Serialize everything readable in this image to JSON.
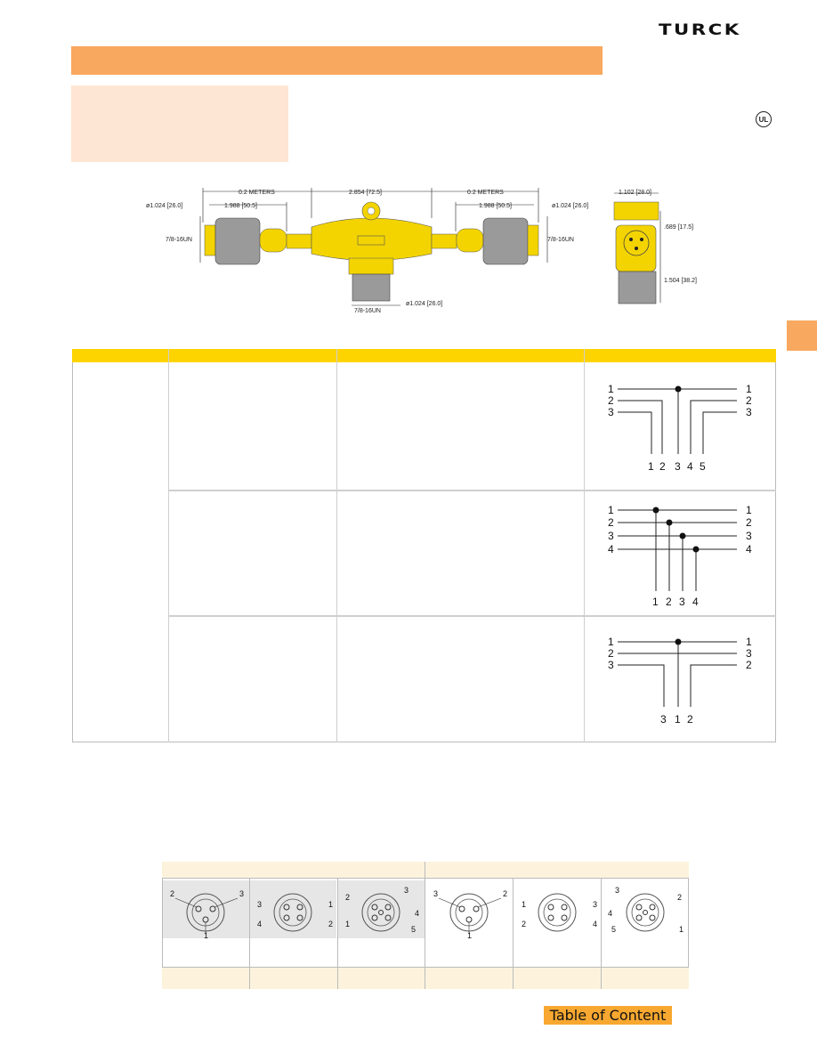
{
  "header": {
    "logo_text": "TURCK",
    "certification_mark": "UL"
  },
  "drawing": {
    "dims": {
      "left_length": "0.2  METERS",
      "center_length": "2.854  [72.5]",
      "right_length": "0.2  METERS",
      "left_nut_length": "1.988  [50.5]",
      "right_nut_length": "1.988  [50.5]",
      "left_diameter": "ø1.024  [26.0]",
      "right_diameter": "ø1.024  [26.0]",
      "left_thread": "7/8-16UN",
      "right_thread": "7/8-16UN",
      "bottom_thread": "7/8-16UN",
      "bottom_diameter": "ø1.024  [26.0]",
      "side_width": "1.102  [28.0]",
      "side_height_a": ".689  [17.5]",
      "side_height_b": "1.504  [38.2]"
    }
  },
  "wiring": {
    "diagram1": {
      "left": [
        "1",
        "2",
        "3"
      ],
      "right": [
        "1",
        "2",
        "3"
      ],
      "bottom": [
        "1",
        "2",
        "3",
        "4",
        "5"
      ]
    },
    "diagram2": {
      "left": [
        "1",
        "2",
        "3",
        "4"
      ],
      "right": [
        "1",
        "2",
        "3",
        "4"
      ],
      "bottom": [
        "1",
        "2",
        "3",
        "4"
      ]
    },
    "diagram3": {
      "left": [
        "1",
        "2",
        "3"
      ],
      "right": [
        "1",
        "3",
        "2"
      ],
      "bottom": [
        "3",
        "1",
        "2"
      ]
    }
  },
  "pinouts": {
    "p1": [
      "2",
      "3",
      "1"
    ],
    "p2": [
      "3",
      "1",
      "4",
      "2"
    ],
    "p3": [
      "2",
      "3",
      "4",
      "1",
      "5"
    ],
    "p4": [
      "3",
      "2",
      "1"
    ],
    "p5": [
      "1",
      "3",
      "2",
      "4"
    ],
    "p6": [
      "3",
      "2",
      "4",
      "5",
      "1"
    ]
  },
  "footer": {
    "toc_label": "Table of Content"
  },
  "colors": {
    "title_bar": "#f8a85f",
    "table_header": "#fed400",
    "toc_button": "#f8a830"
  }
}
